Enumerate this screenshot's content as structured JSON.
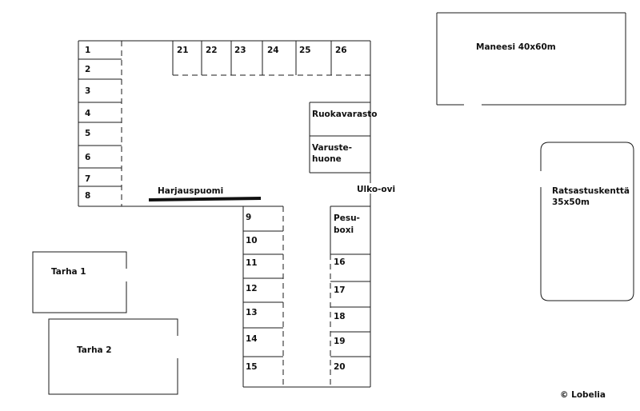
{
  "stalls": {
    "left_column": [
      "1",
      "2",
      "3",
      "4",
      "5",
      "6",
      "7",
      "8"
    ],
    "top_row": [
      "21",
      "22",
      "23",
      "24",
      "25",
      "26"
    ],
    "middle_column": [
      "9",
      "10",
      "11",
      "12",
      "13",
      "14",
      "15"
    ],
    "right_column": [
      "16",
      "17",
      "18",
      "19",
      "20"
    ]
  },
  "rooms": {
    "feed_store": "Ruokavarasto",
    "tack_room_line1": "Varuste-",
    "tack_room_line2": "huone",
    "wash_box_line1": "Pesu-",
    "wash_box_line2": "boxi"
  },
  "labels": {
    "grooming_rail": "Harjauspuomi",
    "outer_door": "Ulko-ovi",
    "indoor_arena": "Maneesi 40x60m",
    "riding_field_line1": "Ratsastuskenttä",
    "riding_field_line2": "35x50m",
    "paddock_1": "Tarha 1",
    "paddock_2": "Tarha 2",
    "copyright": "© Lobelia"
  }
}
